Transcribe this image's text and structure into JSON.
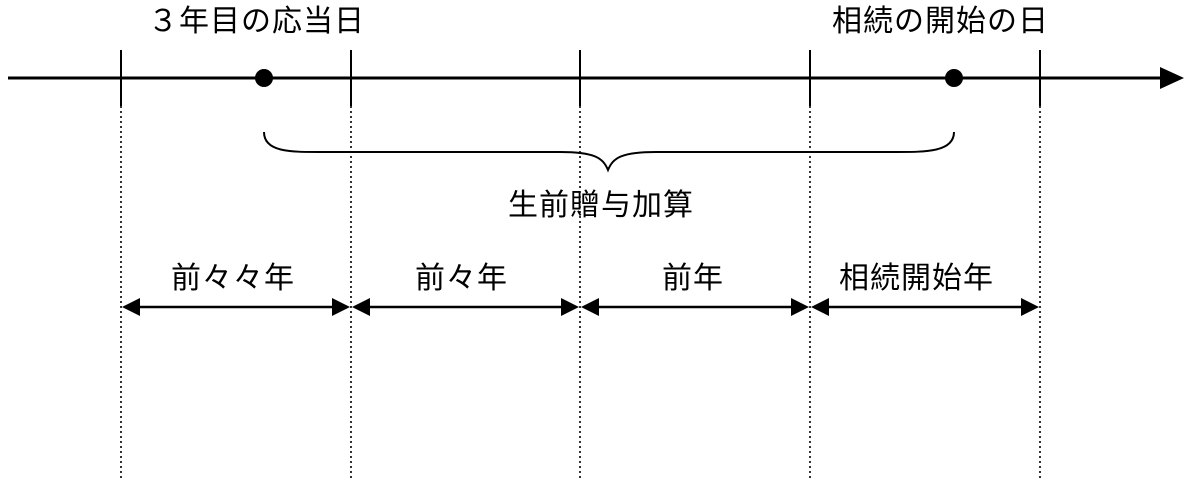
{
  "timeline": {
    "labels": {
      "anniversary": "３年目の応当日",
      "inheritance_start": "相続の開始の日"
    }
  },
  "brace": {
    "label": "生前贈与加算"
  },
  "periods": [
    {
      "label": "前々々年"
    },
    {
      "label": "前々年"
    },
    {
      "label": "前年"
    },
    {
      "label": "相続開始年"
    }
  ]
}
